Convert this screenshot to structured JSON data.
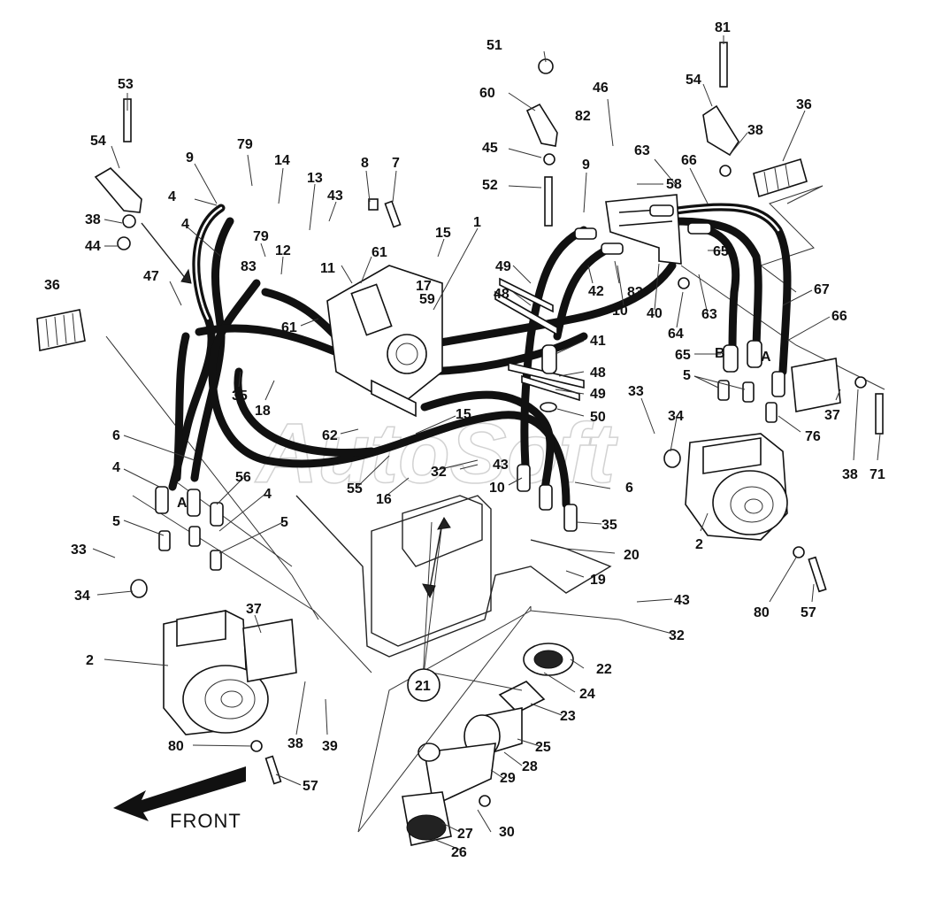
{
  "front_label": "FRONT",
  "watermark": "AutoSoft",
  "callouts": [
    "53",
    "54",
    "38",
    "44",
    "9",
    "79",
    "14",
    "13",
    "43",
    "8",
    "7",
    "4",
    "4",
    "79",
    "12",
    "11",
    "61",
    "15",
    "1",
    "17",
    "59",
    "36",
    "47",
    "83",
    "61",
    "51",
    "60",
    "46",
    "82",
    "45",
    "52",
    "9",
    "81",
    "54",
    "38",
    "36",
    "63",
    "66",
    "58",
    "49",
    "48",
    "42",
    "83",
    "10",
    "40",
    "65",
    "67",
    "64",
    "63",
    "66",
    "41",
    "48",
    "49",
    "50",
    "65",
    "5",
    "37",
    "38",
    "71",
    "76",
    "35",
    "18",
    "62",
    "15",
    "33",
    "34",
    "6",
    "4",
    "56",
    "4",
    "55",
    "16",
    "32",
    "43",
    "10",
    "6",
    "5",
    "5",
    "35",
    "20",
    "19",
    "33",
    "34",
    "2",
    "80",
    "57",
    "43",
    "32",
    "37",
    "2",
    "22",
    "24",
    "23",
    "21",
    "25",
    "28",
    "29",
    "38",
    "39",
    "80",
    "57",
    "27",
    "30",
    "26"
  ],
  "letters": [
    "A",
    "B",
    "A"
  ]
}
